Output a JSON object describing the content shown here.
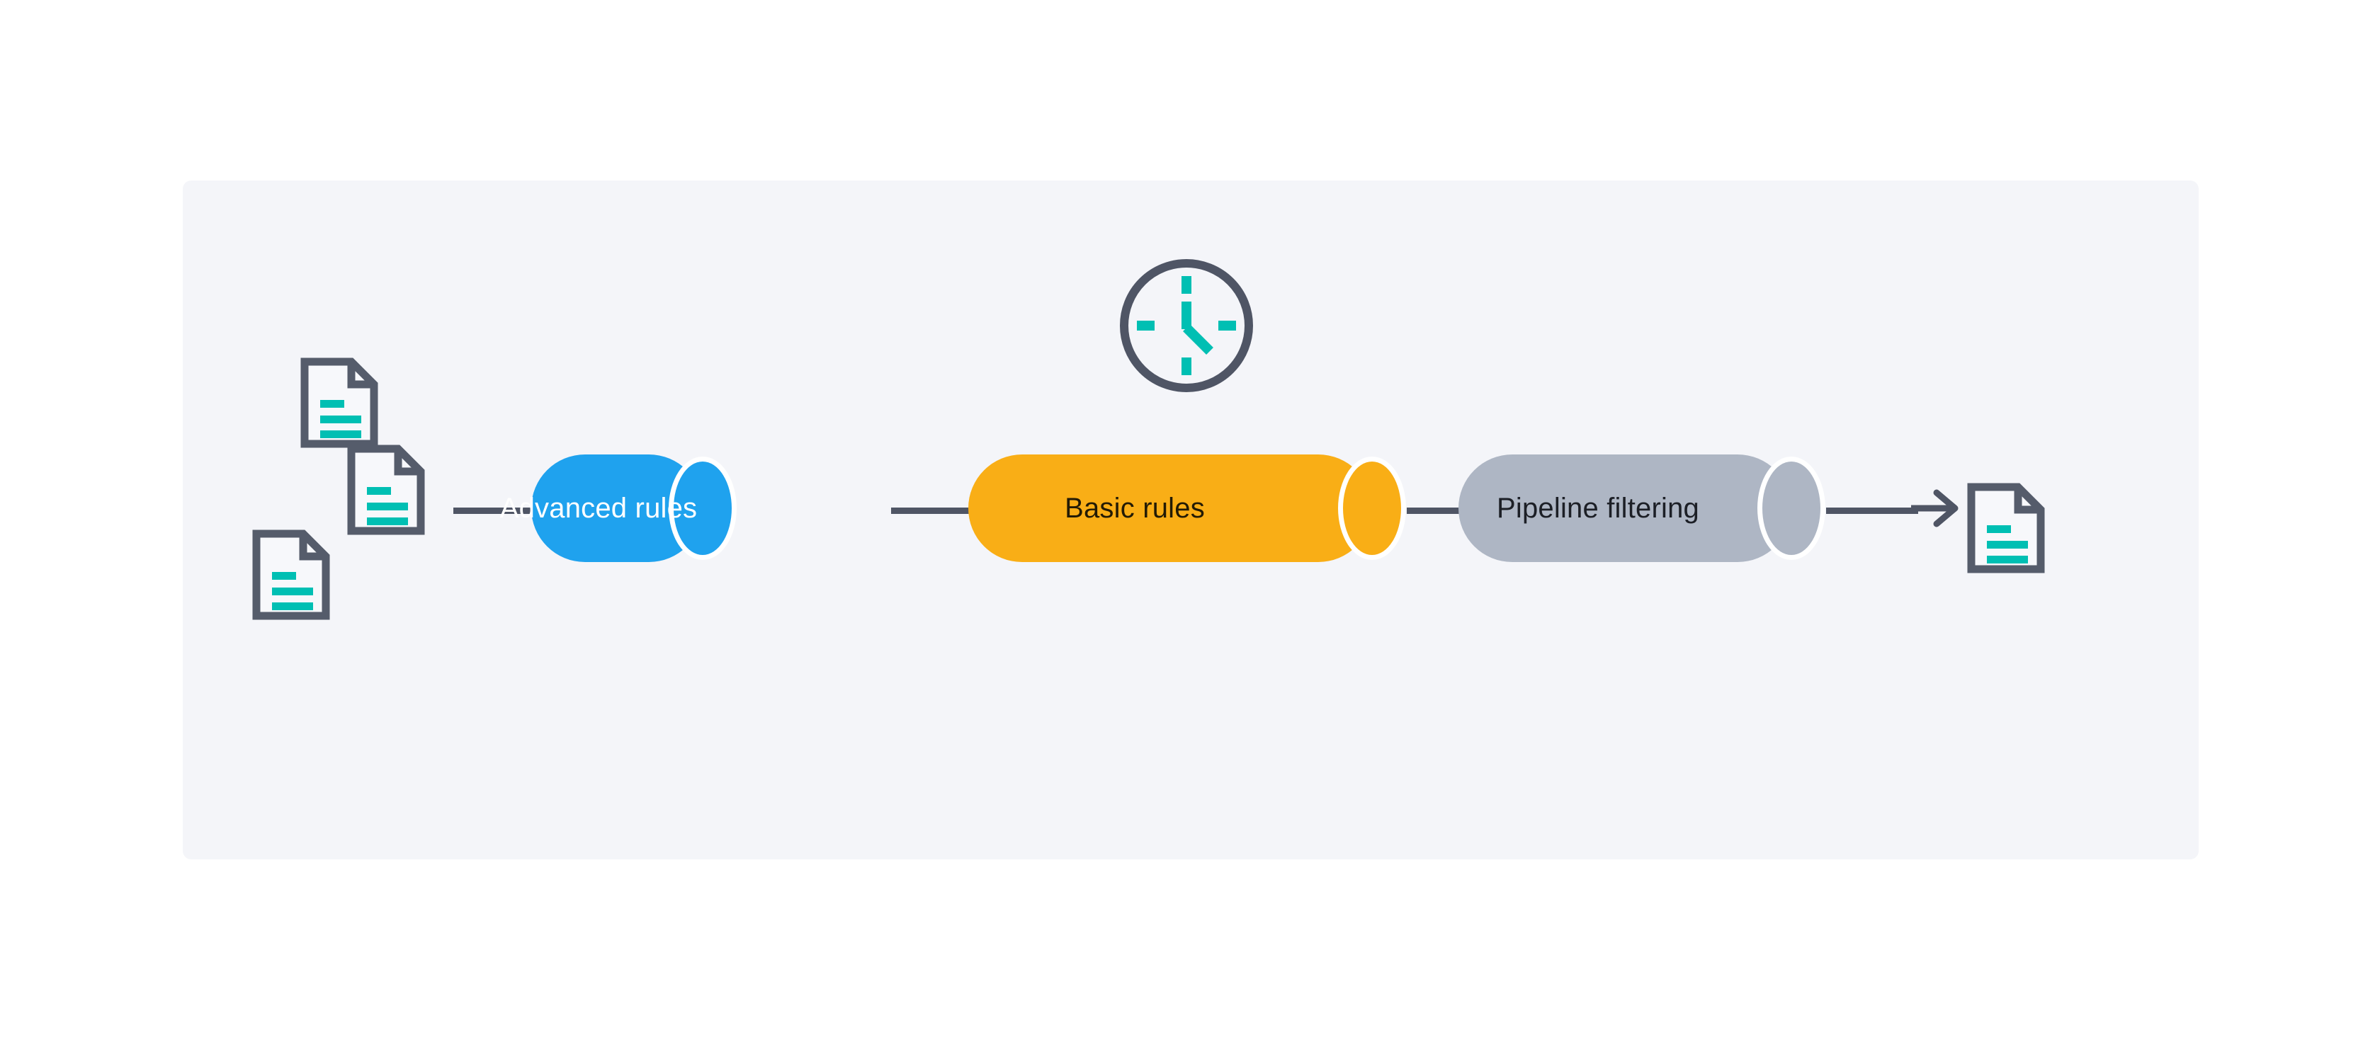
{
  "canvas": {
    "background_color": "#f4f5f9",
    "page_background_color": "#ffffff"
  },
  "palette": {
    "ink": "#4f5565",
    "teal": "#00bfb3",
    "blue": "#1fa2ee",
    "orange": "#f9ae16",
    "grey_blue": "#aeb6c4",
    "white": "#ffffff",
    "dark_text": "#231b05"
  },
  "diagram": {
    "type": "pipeline-flow",
    "title": "",
    "input_documents": [
      {
        "name": "document-icon-top",
        "lines": 3
      },
      {
        "name": "document-icon-middle",
        "lines": 3
      },
      {
        "name": "document-icon-bottom",
        "lines": 3
      }
    ],
    "clock": {
      "name": "clock-icon",
      "ring_color": "#4f5565",
      "hand_color": "#00bfb3",
      "ticks": [
        "12",
        "3",
        "6",
        "9"
      ],
      "hour_hand_points_to": "4",
      "minute_hand_points_to": "12"
    },
    "stages": [
      {
        "id": "advanced-rules",
        "label": "Advanced rules",
        "fill": "#1fa2ee",
        "text_color": "#ffffff"
      },
      {
        "id": "basic-rules",
        "label": "Basic rules",
        "fill": "#f9ae16",
        "text_color": "#231b05"
      },
      {
        "id": "pipeline-filtering",
        "label": "Pipeline filtering",
        "fill": "#aeb6c4",
        "text_color": "#1c1f26"
      }
    ],
    "output_document": {
      "name": "document-icon-output",
      "lines": 3
    },
    "arrow": {
      "name": "arrow-right-icon",
      "color": "#4f5565",
      "direction": "right"
    }
  }
}
